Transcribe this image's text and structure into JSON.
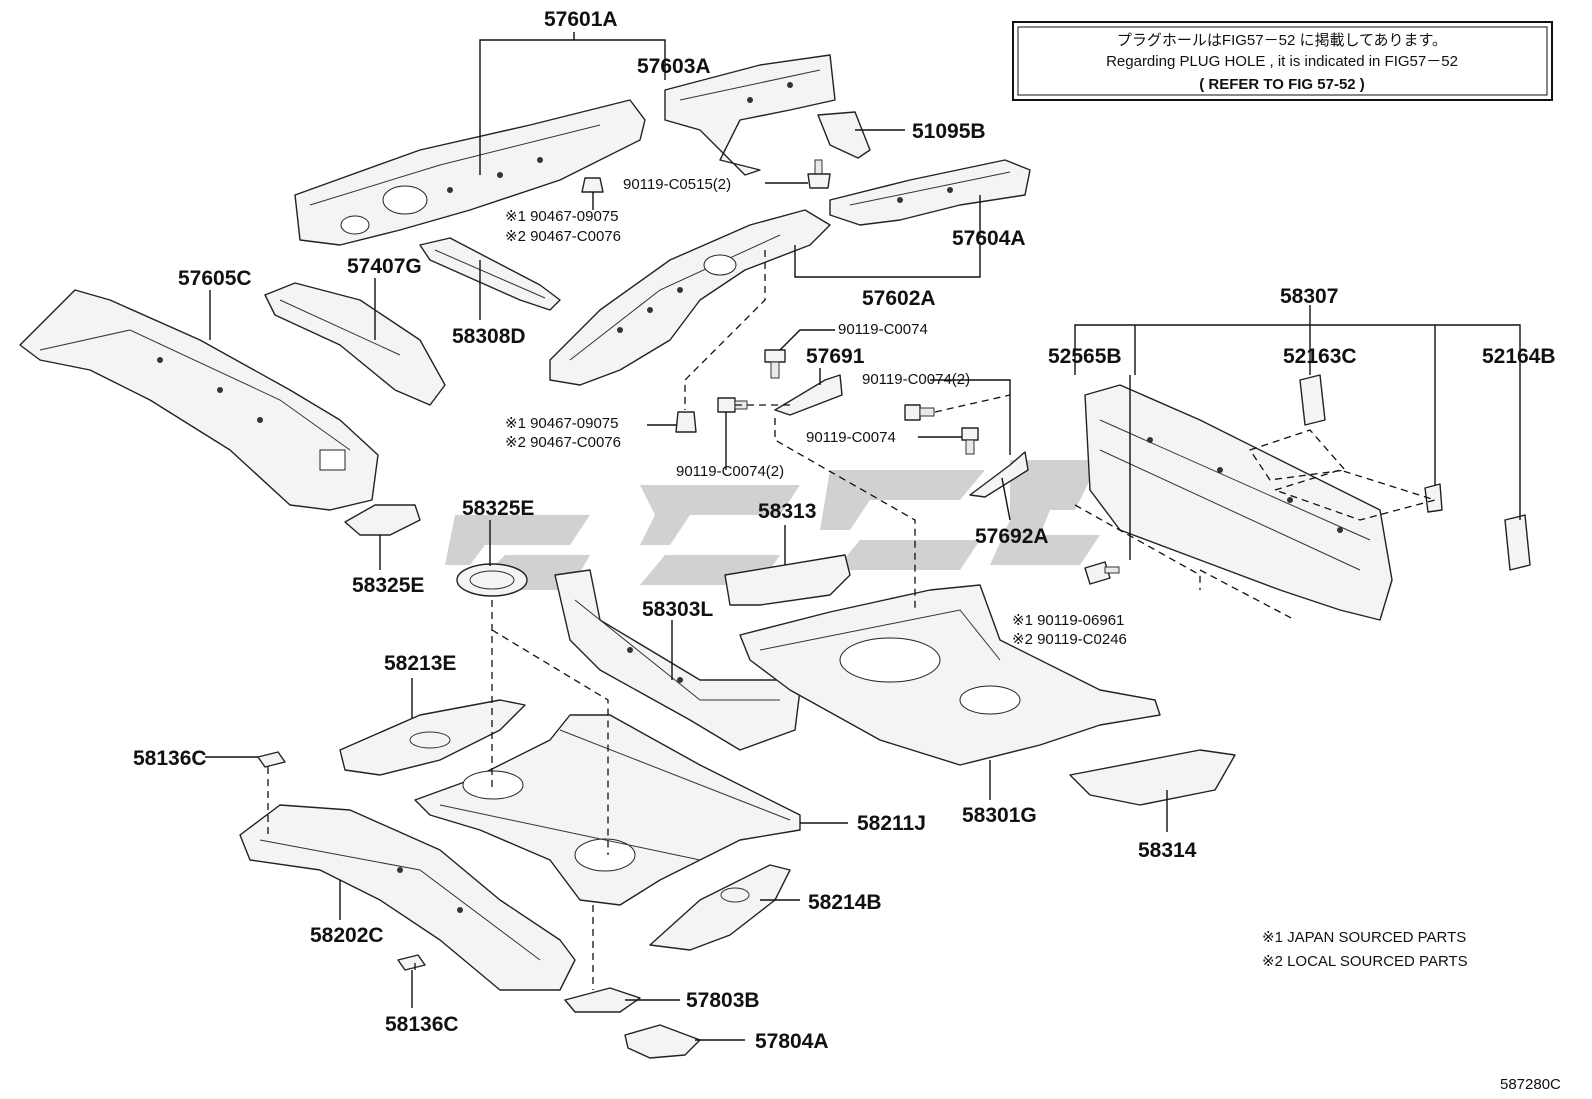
{
  "notice": {
    "line1": "プラグホールはFIG57－52 に掲載してあります。",
    "line2": "Regarding  PLUG HOLE , it is indicated in FIG57－52",
    "line3": "(   REFER TO FIG 57-52   )"
  },
  "labels": {
    "p57601A": "57601A",
    "p57603A": "57603A",
    "p51095B": "51095B",
    "p90119C0515": "90119-C0515(2)",
    "p90467_1a": "※1 90467-09075",
    "p90467_2a": "※2 90467-C0076",
    "p57604A": "57604A",
    "p57605C": "57605C",
    "p57407G": "57407G",
    "p58308D": "58308D",
    "p57602A": "57602A",
    "p90119C0074a": "90119-C0074",
    "p57691": "57691",
    "p90119C0074_2a": "90119-C0074(2)",
    "p90119C0074b": "90119-C0074",
    "p90467_1b": "※1 90467-09075",
    "p90467_2b": "※2 90467-C0076",
    "p90119C0074_2b": "90119-C0074(2)",
    "p57692A": "57692A",
    "p58307": "58307",
    "p52565B": "52565B",
    "p52163C": "52163C",
    "p52164B": "52164B",
    "p58325E_a": "58325E",
    "p58325E_b": "58325E",
    "p58313": "58313",
    "p58303L": "58303L",
    "p90119_06961": "※1 90119-06961",
    "p90119_C0246": "※2 90119-C0246",
    "p58213E": "58213E",
    "p58136C_a": "58136C",
    "p58211J": "58211J",
    "p58301G": "58301G",
    "p58314": "58314",
    "p58202C": "58202C",
    "p58214B": "58214B",
    "p58136C_b": "58136C",
    "p57803B": "57803B",
    "p57804A": "57804A"
  },
  "legend": {
    "note1": "※1 JAPAN SOURCED PARTS",
    "note2": "※2 LOCAL SOURCED PARTS"
  },
  "figure_id": "587280C"
}
